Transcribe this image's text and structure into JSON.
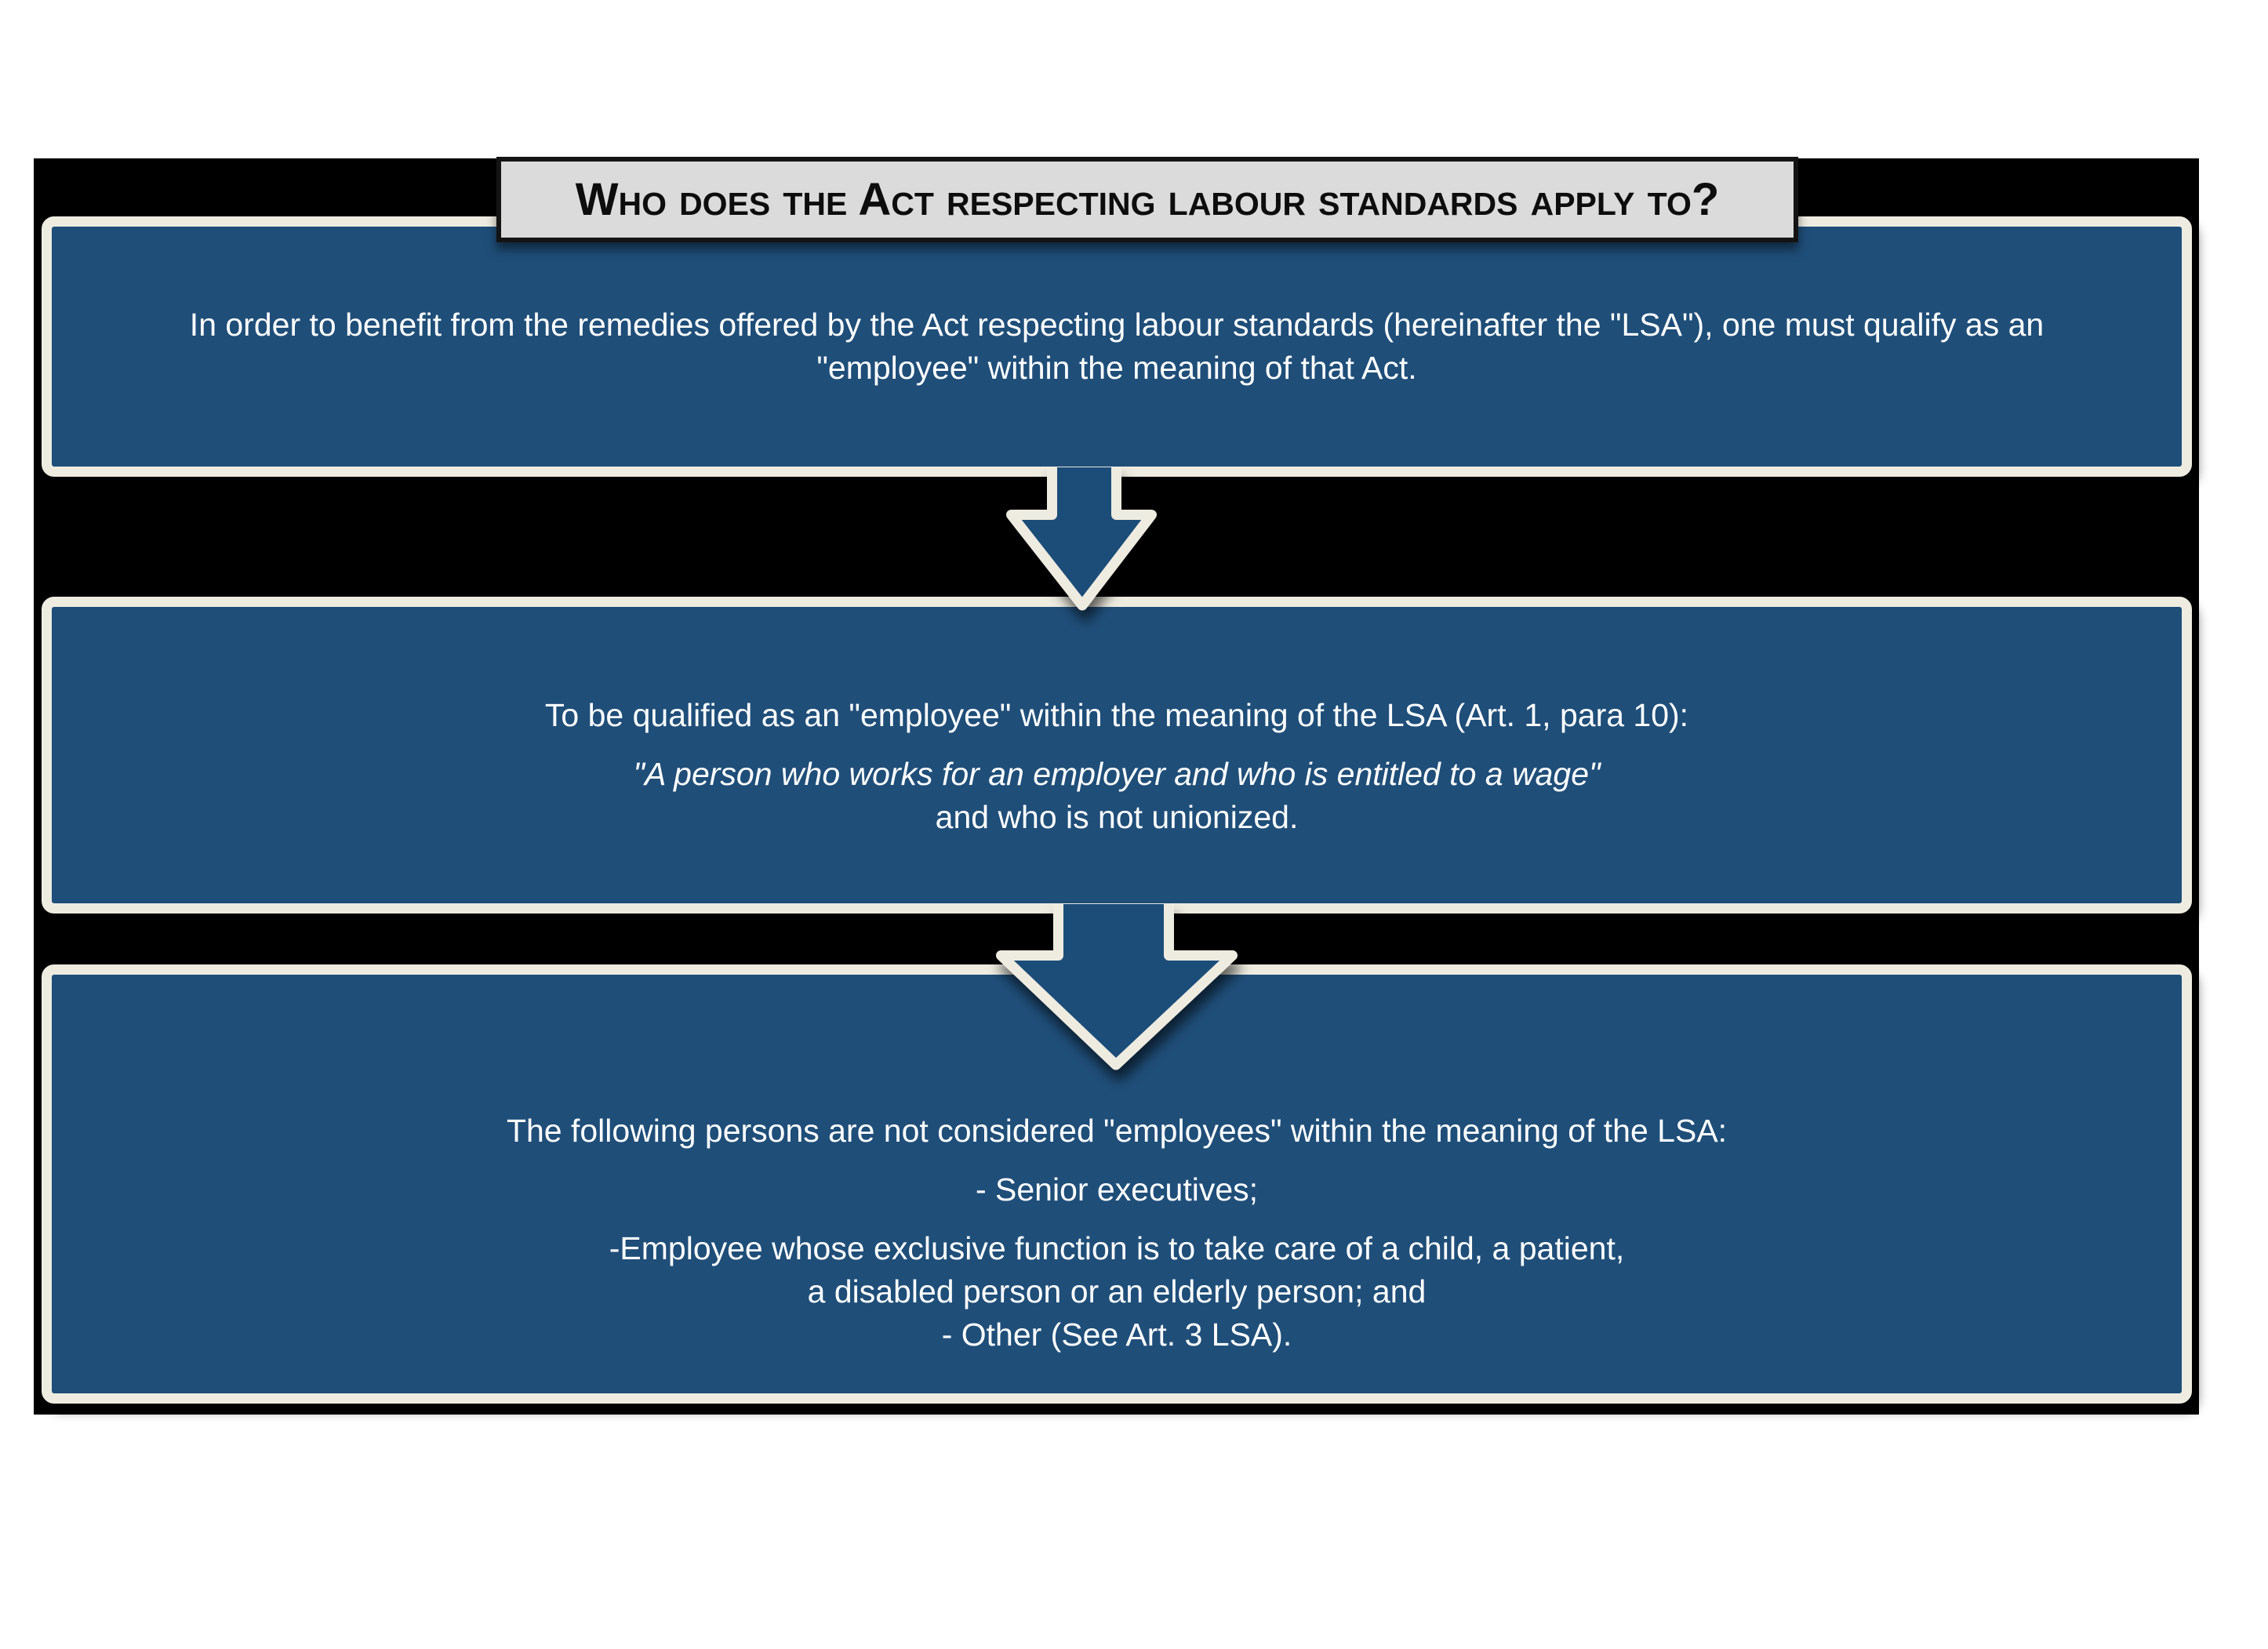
{
  "title": "Who does the Act respecting labour standards apply to?",
  "boxes": [
    {
      "name": "qualification-intro",
      "paragraphs": [
        {
          "lines": [
            {
              "text": "In order to benefit from the remedies offered by the Act respecting labour standards (hereinafter the \"LSA\"), one must qualify as an",
              "italic": false
            },
            {
              "text": "\"employee\" within the meaning of that Act.",
              "italic": false
            }
          ]
        }
      ]
    },
    {
      "name": "employee-definition",
      "paragraphs": [
        {
          "lines": [
            {
              "text": "To be qualified as an \"employee\" within the meaning of the LSA (Art. 1, para 10):",
              "italic": false
            }
          ]
        },
        {
          "lines": [
            {
              "text": "\"A person who works for an employer and who is entitled to a wage\"",
              "italic": true
            },
            {
              "text": "and who is not unionized.",
              "italic": false
            }
          ]
        }
      ]
    },
    {
      "name": "exclusions",
      "paragraphs": [
        {
          "lines": [
            {
              "text": "The following persons are not considered \"employees\" within the meaning of the LSA:",
              "italic": false
            }
          ]
        },
        {
          "lines": [
            {
              "text": "- Senior executives;",
              "italic": false
            }
          ]
        },
        {
          "lines": [
            {
              "text": "-Employee whose exclusive function is to take care of a child, a patient,",
              "italic": false
            },
            {
              "text": "a disabled person or an elderly person; and",
              "italic": false
            },
            {
              "text": "- Other (See Art. 3 LSA).",
              "italic": false
            }
          ]
        }
      ]
    }
  ],
  "icons": [
    "down-arrow",
    "down-arrow"
  ],
  "colors": {
    "page_background": "#FFFFFF",
    "panel_background": "#000000",
    "box_fill": "#1F4E79",
    "box_outline": "#EEECE1",
    "title_fill": "#DBDBDB",
    "title_border": "#141414",
    "title_text": "#0D0D0D",
    "body_text": "#FFFFFF"
  }
}
